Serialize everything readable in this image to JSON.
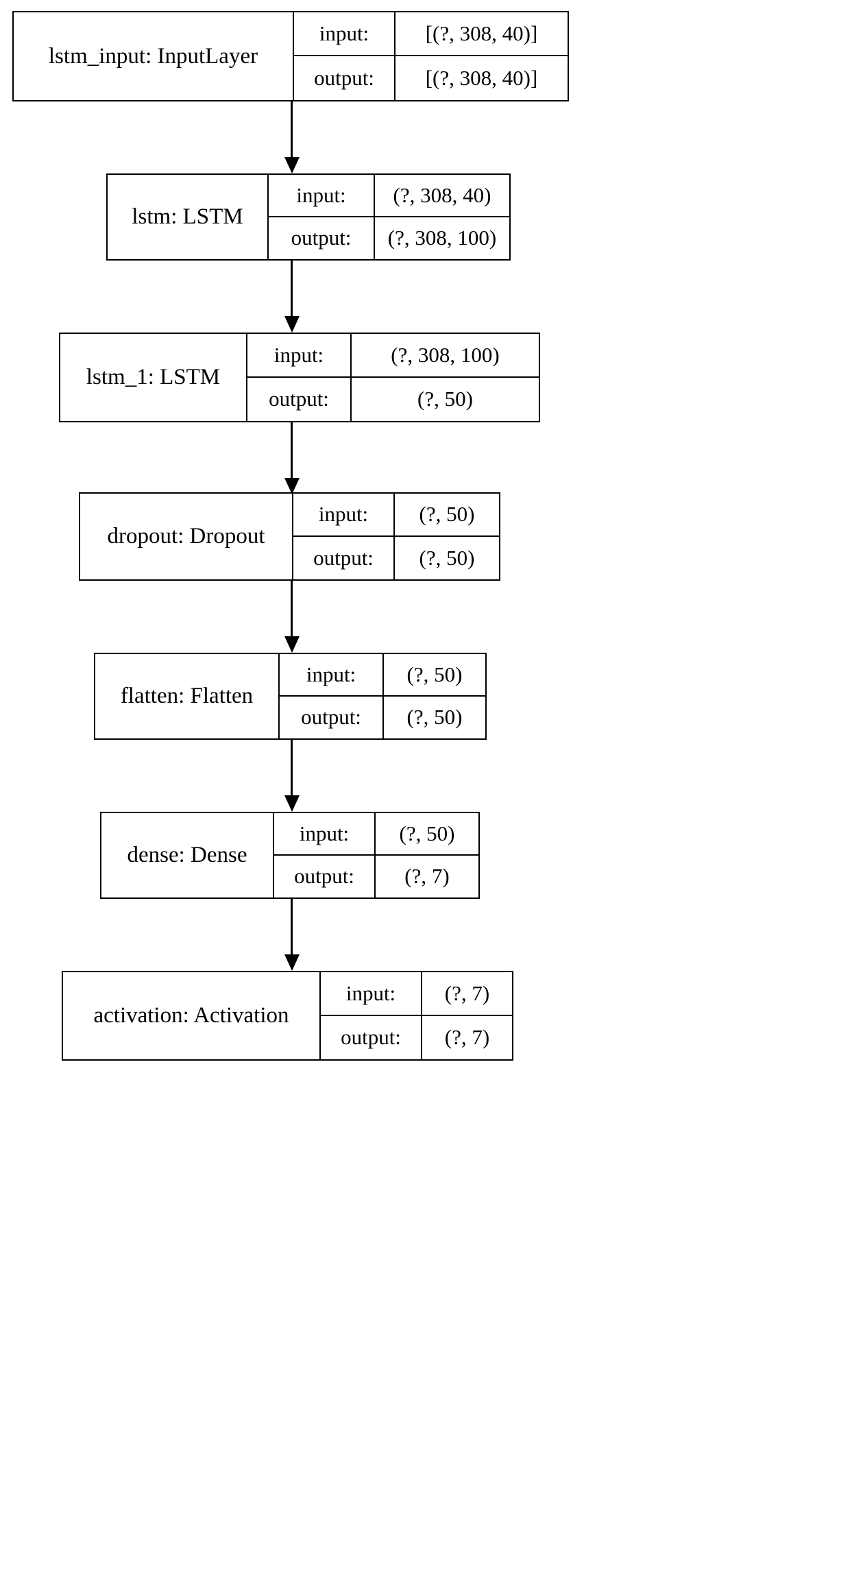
{
  "diagram": {
    "title": "Keras model architecture plot",
    "orientation": "top-to-bottom",
    "background_color": "#ffffff",
    "border_color": "#000000",
    "text_color": "#000000",
    "io_labels": {
      "input": "input:",
      "output": "output:"
    },
    "nodes": [
      {
        "id": "lstm_input",
        "label": "lstm_input: InputLayer",
        "layer_name": "lstm_input",
        "layer_type": "InputLayer",
        "input_shape": "[(?, 308, 40)]",
        "output_shape": "[(?, 308, 40)]"
      },
      {
        "id": "lstm",
        "label": "lstm: LSTM",
        "layer_name": "lstm",
        "layer_type": "LSTM",
        "input_shape": "(?, 308, 40)",
        "output_shape": "(?, 308, 100)"
      },
      {
        "id": "lstm_1",
        "label": "lstm_1: LSTM",
        "layer_name": "lstm_1",
        "layer_type": "LSTM",
        "input_shape": "(?, 308, 100)",
        "output_shape": "(?, 50)"
      },
      {
        "id": "dropout",
        "label": "dropout: Dropout",
        "layer_name": "dropout",
        "layer_type": "Dropout",
        "input_shape": "(?, 50)",
        "output_shape": "(?, 50)"
      },
      {
        "id": "flatten",
        "label": "flatten: Flatten",
        "layer_name": "flatten",
        "layer_type": "Flatten",
        "input_shape": "(?, 50)",
        "output_shape": "(?, 50)"
      },
      {
        "id": "dense",
        "label": "dense: Dense",
        "layer_name": "dense",
        "layer_type": "Dense",
        "input_shape": "(?, 50)",
        "output_shape": "(?, 7)"
      },
      {
        "id": "activation",
        "label": "activation: Activation",
        "layer_name": "activation",
        "layer_type": "Activation",
        "input_shape": "(?, 7)",
        "output_shape": "(?, 7)"
      }
    ],
    "edges": [
      {
        "from": "lstm_input",
        "to": "lstm"
      },
      {
        "from": "lstm",
        "to": "lstm_1"
      },
      {
        "from": "lstm_1",
        "to": "dropout"
      },
      {
        "from": "dropout",
        "to": "flatten"
      },
      {
        "from": "flatten",
        "to": "dense"
      },
      {
        "from": "dense",
        "to": "activation"
      }
    ]
  }
}
